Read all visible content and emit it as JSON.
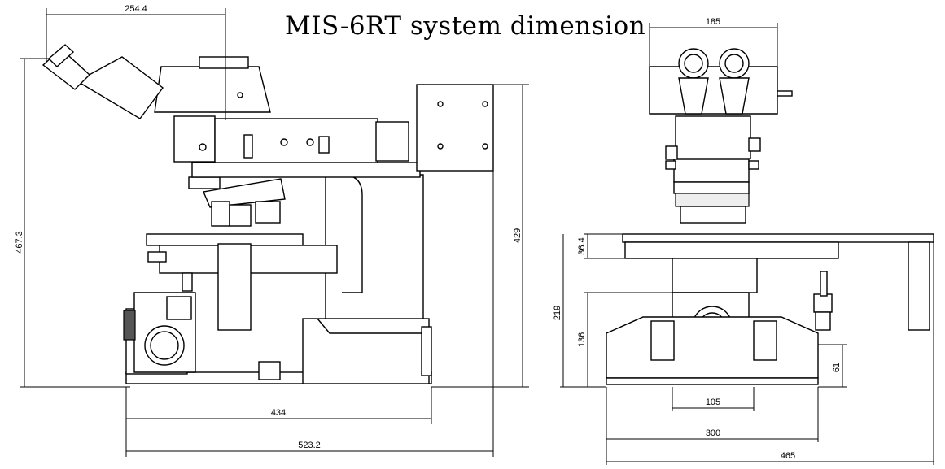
{
  "title": "MIS-6RT system dimension",
  "side_view": {
    "dims": {
      "top_width": "254.4",
      "total_height": "467.3",
      "lamp_height": "429",
      "base_width": "434",
      "total_width": "523.2"
    }
  },
  "front_view": {
    "dims": {
      "head_width": "185",
      "stage_thickness": "36.4",
      "stage_height": "219",
      "knob_height": "136",
      "base_knob_height": "61",
      "center_width": "105",
      "base_width": "300",
      "total_width": "465"
    }
  }
}
